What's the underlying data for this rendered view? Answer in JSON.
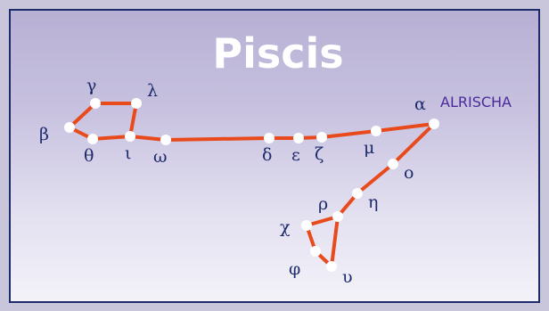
{
  "title": "Piscis",
  "colors": {
    "line": "#e84a1c",
    "star": "#ffffff",
    "label": "#1d2b6a",
    "name": "#4a2a9a",
    "border": "#1d2b6a"
  },
  "stars": [
    {
      "id": "alpha",
      "label": "α"
    },
    {
      "id": "beta",
      "label": "β"
    },
    {
      "id": "gamma",
      "label": "γ"
    },
    {
      "id": "lambda",
      "label": "λ"
    },
    {
      "id": "theta",
      "label": "θ"
    },
    {
      "id": "iota",
      "label": "ι"
    },
    {
      "id": "omega",
      "label": "ω"
    },
    {
      "id": "delta",
      "label": "δ"
    },
    {
      "id": "epsilon",
      "label": "ε"
    },
    {
      "id": "zeta",
      "label": "ζ"
    },
    {
      "id": "mu",
      "label": "μ"
    },
    {
      "id": "omicron",
      "label": "ο"
    },
    {
      "id": "eta",
      "label": "η"
    },
    {
      "id": "rho",
      "label": "ρ"
    },
    {
      "id": "chi",
      "label": "χ"
    },
    {
      "id": "phi",
      "label": "φ"
    },
    {
      "id": "upsilon",
      "label": "υ"
    }
  ],
  "alpha_name": "ALRISCHA",
  "edges": [
    [
      "beta",
      "gamma"
    ],
    [
      "gamma",
      "lambda"
    ],
    [
      "lambda",
      "iota"
    ],
    [
      "beta",
      "theta"
    ],
    [
      "theta",
      "iota"
    ],
    [
      "iota",
      "omega"
    ],
    [
      "omega",
      "delta"
    ],
    [
      "delta",
      "epsilon"
    ],
    [
      "epsilon",
      "zeta"
    ],
    [
      "zeta",
      "mu"
    ],
    [
      "mu",
      "alpha"
    ],
    [
      "alpha",
      "omicron"
    ],
    [
      "omicron",
      "eta"
    ],
    [
      "eta",
      "rho"
    ],
    [
      "rho",
      "chi"
    ],
    [
      "chi",
      "phi"
    ],
    [
      "phi",
      "upsilon"
    ],
    [
      "upsilon",
      "rho"
    ]
  ]
}
